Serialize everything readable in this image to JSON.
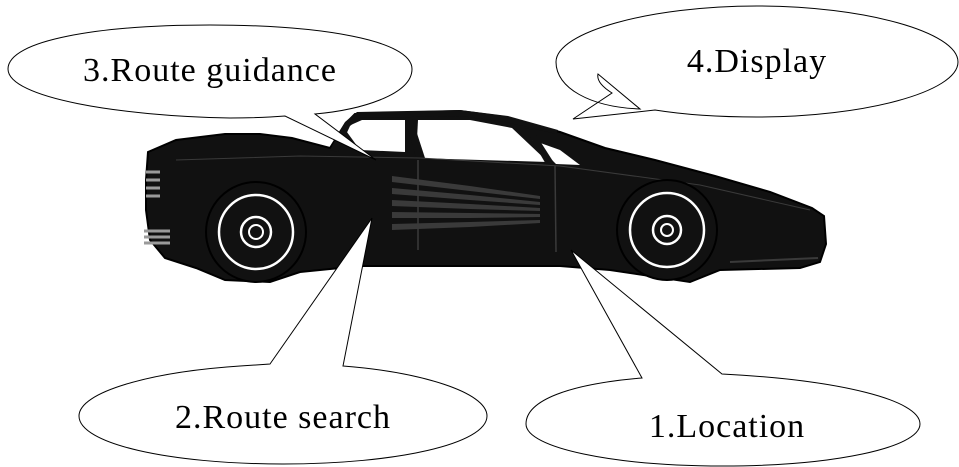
{
  "bubbles": {
    "route_guidance": {
      "label": "3.Route guidance"
    },
    "display": {
      "label": "4.Display"
    },
    "route_search": {
      "label": "2.Route search"
    },
    "location": {
      "label": "1.Location"
    }
  },
  "colors": {
    "car_body": "#111111",
    "car_detail": "#3a3a3a",
    "wheel_rim": "#ffffff",
    "outline": "#000000",
    "background": "#ffffff"
  }
}
